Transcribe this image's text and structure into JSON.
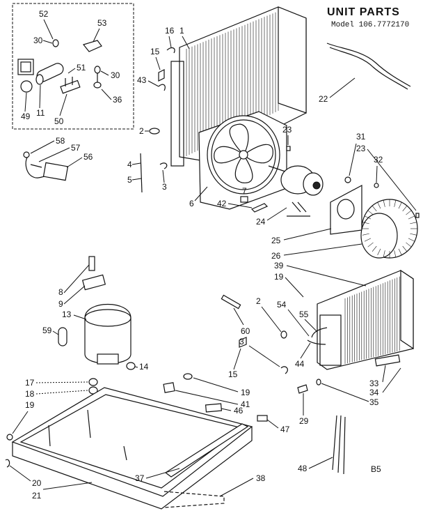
{
  "title": "UNIT PARTS",
  "model": "Model 106.7772170",
  "page_code": "B5",
  "callouts": {
    "c52": "52",
    "c53": "53",
    "c30a": "30",
    "c30b": "30",
    "c51": "51",
    "c36": "36",
    "c49": "49",
    "c11": "11",
    "c50": "50",
    "c16": "16",
    "c1": "1",
    "c15a": "15",
    "c43": "43",
    "c2a": "2",
    "c4": "4",
    "c5": "5",
    "c3a": "3",
    "c6": "6",
    "c7": "7",
    "c42": "42",
    "c24": "24",
    "c23a": "23",
    "c31": "31",
    "c23b": "23",
    "c32": "32",
    "c25": "25",
    "c26": "26",
    "c22": "22",
    "c58": "58",
    "c57": "57",
    "c56": "56",
    "c39": "39",
    "c19a": "19",
    "c54": "54",
    "c55": "55",
    "c2b": "2",
    "c60": "60",
    "c3b": "3",
    "c15b": "15",
    "c44": "44",
    "c33": "33",
    "c34": "34",
    "c35": "35",
    "c29": "29",
    "c8": "8",
    "c9": "9",
    "c13": "13",
    "c59": "59",
    "c14": "14",
    "c17": "17",
    "c18": "18",
    "c19b": "19",
    "c19c": "19",
    "c41": "41",
    "c46": "46",
    "c47": "47",
    "c20": "20",
    "c21": "21",
    "c37": "37",
    "c38": "38",
    "c48": "48"
  }
}
